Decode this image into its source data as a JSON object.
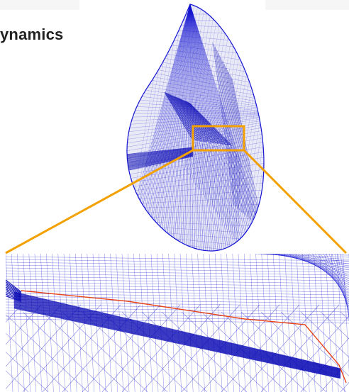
{
  "heading": {
    "text": "ynamics"
  },
  "colors": {
    "mesh": "#1414d2",
    "mesh_dense": "#0a0ab4",
    "highlight": "#f2a100",
    "edge": "#e8441a"
  },
  "icons": {
    "overview": "mesh-overview-image",
    "zoom": "mesh-zoom-image"
  }
}
